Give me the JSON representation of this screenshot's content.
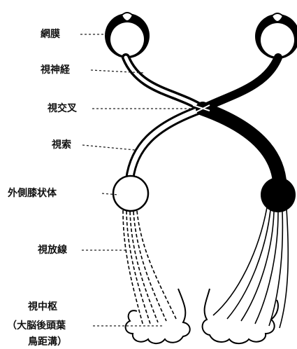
{
  "labels": {
    "retina": "網膜",
    "optic_nerve": "視神経",
    "optic_chiasm": "視交叉",
    "optic_tract": "視索",
    "lgn": "外側膝状体",
    "optic_radiation": "視放線",
    "visual_cortex_line1": "視中枢",
    "visual_cortex_line2": "（大脳後頭葉",
    "visual_cortex_line3": "鳥距溝）"
  },
  "colors": {
    "ink": "#000000",
    "paper": "#ffffff"
  }
}
